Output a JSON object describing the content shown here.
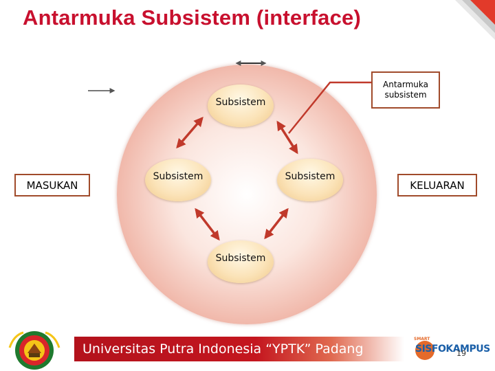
{
  "slide": {
    "title": "Antarmuka Subsistem (interface)",
    "page_number": "19"
  },
  "diagram": {
    "nodes": {
      "top": "Subsistem",
      "left": "Subsistem",
      "right": "Subsistem",
      "bottom": "Subsistem"
    },
    "input_label": "MASUKAN",
    "output_label": "KELUARAN",
    "callout_label": "Antarmuka subsistem"
  },
  "footer": {
    "institution": "Universitas Putra Indonesia “YPTK” Padang",
    "brand": "SISFOKAMPUS"
  },
  "colors": {
    "title": "#c8102e",
    "arrow": "#c0392b",
    "box_border": "#a04a2a",
    "footer_bar": "#c4161f"
  }
}
